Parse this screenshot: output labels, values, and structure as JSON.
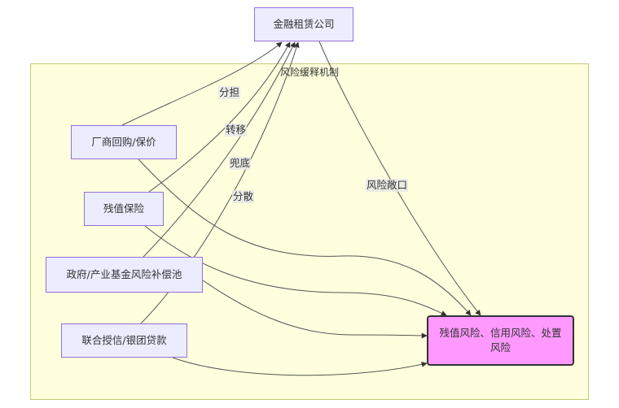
{
  "diagram": {
    "type": "flowchart",
    "cluster": {
      "title": "风险缓释机制"
    },
    "nodes": {
      "company": {
        "label": "金融租赁公司"
      },
      "vendor": {
        "label": "厂商回购/保价"
      },
      "insurance": {
        "label": "残值保险"
      },
      "government": {
        "label": "政府/产业基金风险补偿池"
      },
      "syndicate": {
        "label": "联合授信/银团贷款"
      },
      "risk": {
        "label": "残值风险、信用风险、处置风险"
      }
    },
    "edges": [
      {
        "from": "vendor",
        "to": "company",
        "label": "分担"
      },
      {
        "from": "insurance",
        "to": "company",
        "label": "转移"
      },
      {
        "from": "government",
        "to": "company",
        "label": "兜底"
      },
      {
        "from": "syndicate",
        "to": "company",
        "label": "分散"
      },
      {
        "from": "company",
        "to": "risk",
        "label": "风险敞口"
      },
      {
        "from": "vendor",
        "to": "risk",
        "label": ""
      },
      {
        "from": "insurance",
        "to": "risk",
        "label": ""
      },
      {
        "from": "government",
        "to": "risk",
        "label": ""
      },
      {
        "from": "syndicate",
        "to": "risk",
        "label": ""
      }
    ],
    "colors": {
      "cluster_fill": "#ffffde",
      "cluster_border": "#c8c878",
      "node_fill": "#ececff",
      "node_border": "#9370db",
      "risk_fill": "#ff99ff",
      "edge": "#555555"
    }
  }
}
